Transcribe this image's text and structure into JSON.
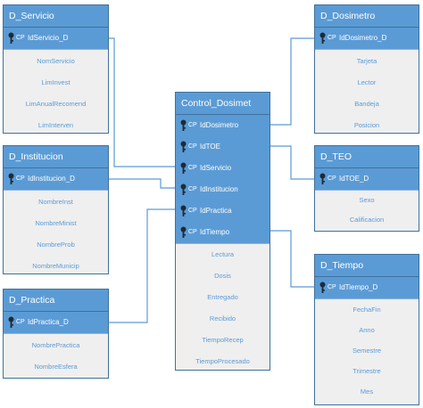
{
  "key_prefix": "CP",
  "entities": {
    "servicio": {
      "title": "D_Servicio",
      "key": "IdServicio_D",
      "attributes": [
        "NomServicio",
        "LimInvest",
        "LimAnualRecomend",
        "LimInterven"
      ]
    },
    "institucion": {
      "title": "D_Institucion",
      "key": "IdInstitucion_D",
      "attributes": [
        "NombreInst",
        "NombreMinist",
        "NombreProb",
        "NombreMunicip"
      ]
    },
    "practica": {
      "title": "D_Practica",
      "key": "IdPractica_D",
      "attributes": [
        "NombrePractica",
        "NombreEsfera"
      ]
    },
    "control": {
      "title": "Control_Dosimet",
      "keys": [
        "IdDosimetro",
        "IdTOE",
        "IdServicio",
        "IdInstitucion",
        "IdPractica",
        "IdTiempo"
      ],
      "attributes": [
        "Lectura",
        "Dosis",
        "Entregado",
        "Recibido",
        "TiempoRecep",
        "TiempoProcesado"
      ]
    },
    "dosimetro": {
      "title": "D_Dosimetro",
      "key": "IdDosimetro_D",
      "attributes": [
        "Tarjeta",
        "Lector",
        "Bandeja",
        "Posicion"
      ]
    },
    "teo": {
      "title": "D_TEO",
      "key": "IdTOE_D",
      "attributes": [
        "Sexo",
        "Calificacion"
      ]
    },
    "tiempo": {
      "title": "D_Tiempo",
      "key": "IdTiempo_D",
      "attributes": [
        "FechaFin",
        "Anno",
        "Semestre",
        "Trimestre",
        "Mes"
      ]
    }
  },
  "colors": {
    "header": "#5b9bd5",
    "body": "#efefef",
    "border": "#41719c",
    "attribute_text": "#5b9bd5",
    "connector": "#5b9bd5"
  }
}
